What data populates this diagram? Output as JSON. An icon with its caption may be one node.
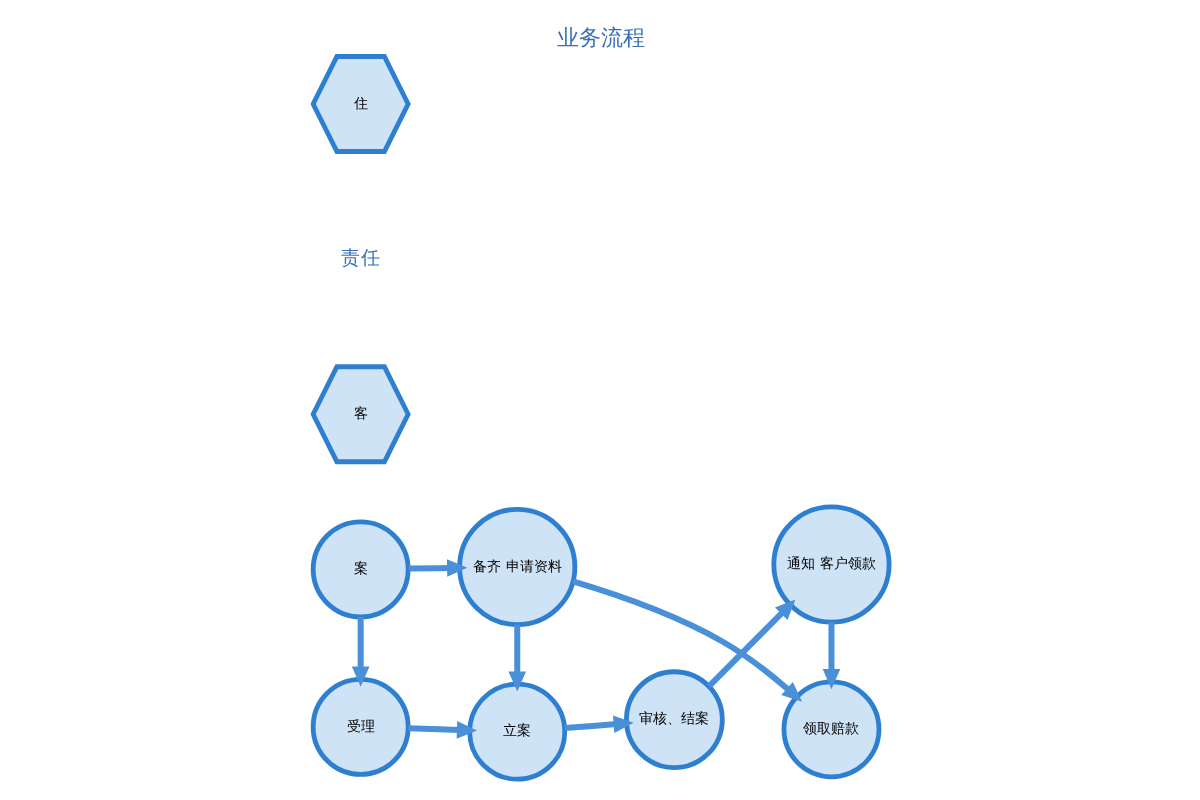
{
  "diagram": {
    "title": "业务流程",
    "nodes": [
      {
        "text": [
          "案"
        ]
      },
      {
        "text": [
          "备齐 申请资料"
        ]
      },
      {
        "text": [
          "领取赔款"
        ]
      },
      {
        "text": [
          "客"
        ]
      },
      {
        "text": [
          "受理"
        ]
      },
      {
        "text": [
          "立案"
        ]
      },
      {
        "text": [
          "审核、结案"
        ]
      },
      {
        "text": [
          "通知 客户领款"
        ]
      },
      {
        "text": [
          "住"
        ]
      }
    ],
    "edges": [
      {
        "from": 0,
        "to": 1,
        "arrow": "to"
      },
      {
        "from": 0,
        "to": 4,
        "arrow": "to"
      },
      {
        "from": 1,
        "to": 5,
        "arrow": "to"
      },
      {
        "from": 1,
        "to": 2,
        "arrow": "to"
      },
      {
        "from": 4,
        "to": 5,
        "arrow": "to"
      },
      {
        "from": 5,
        "to": 6,
        "arrow": "to"
      },
      {
        "from": 6,
        "to": 7,
        "arrow": "to"
      },
      {
        "from": 7,
        "to": 2,
        "arrow": "to"
      }
    ],
    "labels": [
      "责任"
    ]
  }
}
